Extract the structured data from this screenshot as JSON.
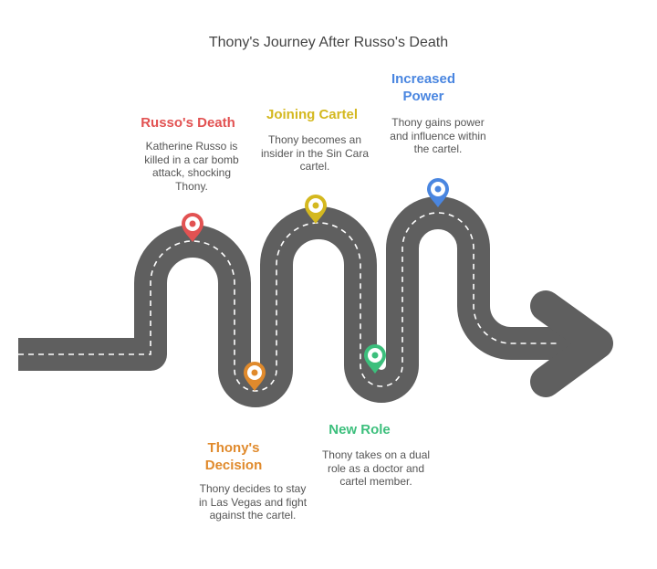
{
  "title": "Thony's Journey After Russo's Death",
  "colors": {
    "road": "#5f5f5f",
    "dash": "#ffffff"
  },
  "events": [
    {
      "title": "Russo's Death",
      "description": "Katherine Russo is killed in a car bomb attack, shocking Thony.",
      "color": "#e25252"
    },
    {
      "title": "Thony's Decision",
      "description": "Thony decides to stay in Las Vegas and fight against the cartel.",
      "color": "#e08a2c"
    },
    {
      "title": "Joining Cartel",
      "description": "Thony becomes an insider in the Sin Cara cartel.",
      "color": "#d4b81f"
    },
    {
      "title": "New Role",
      "description": "Thony takes on a dual role as a doctor and cartel member.",
      "color": "#3cbf7c"
    },
    {
      "title": "Increased Power",
      "description": "Thony gains power and influence within the cartel.",
      "color": "#4a86e0"
    }
  ]
}
